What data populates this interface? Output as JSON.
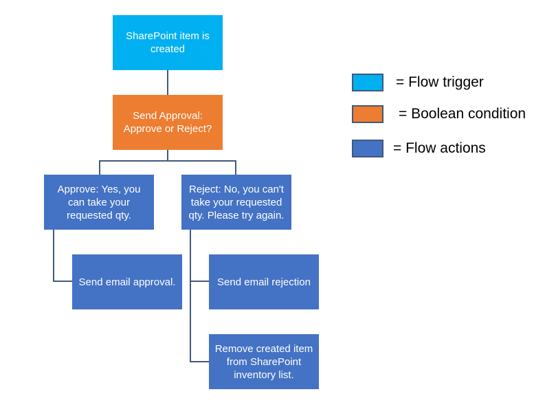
{
  "nodes": {
    "trigger": {
      "label": "SharePoint item is created"
    },
    "condition": {
      "label": "Send Approval: Approve or Reject?"
    },
    "approve": {
      "label": "Approve: Yes, you can take your requested qty."
    },
    "reject": {
      "label": "Reject: No, you can't take your requested qty. Please try again."
    },
    "email_approval": {
      "label": "Send email approval."
    },
    "email_rejection": {
      "label": "Send email rejection"
    },
    "remove_item": {
      "label": "Remove created item from SharePoint inventory list."
    }
  },
  "legend": {
    "trigger": {
      "label": "= Flow trigger"
    },
    "condition": {
      "label": "= Boolean condition"
    },
    "actions": {
      "label": "= Flow actions"
    }
  },
  "colors": {
    "trigger": "#00b0f0",
    "condition": "#ed7d31",
    "action": "#4472c4",
    "connector": "#41587a"
  }
}
